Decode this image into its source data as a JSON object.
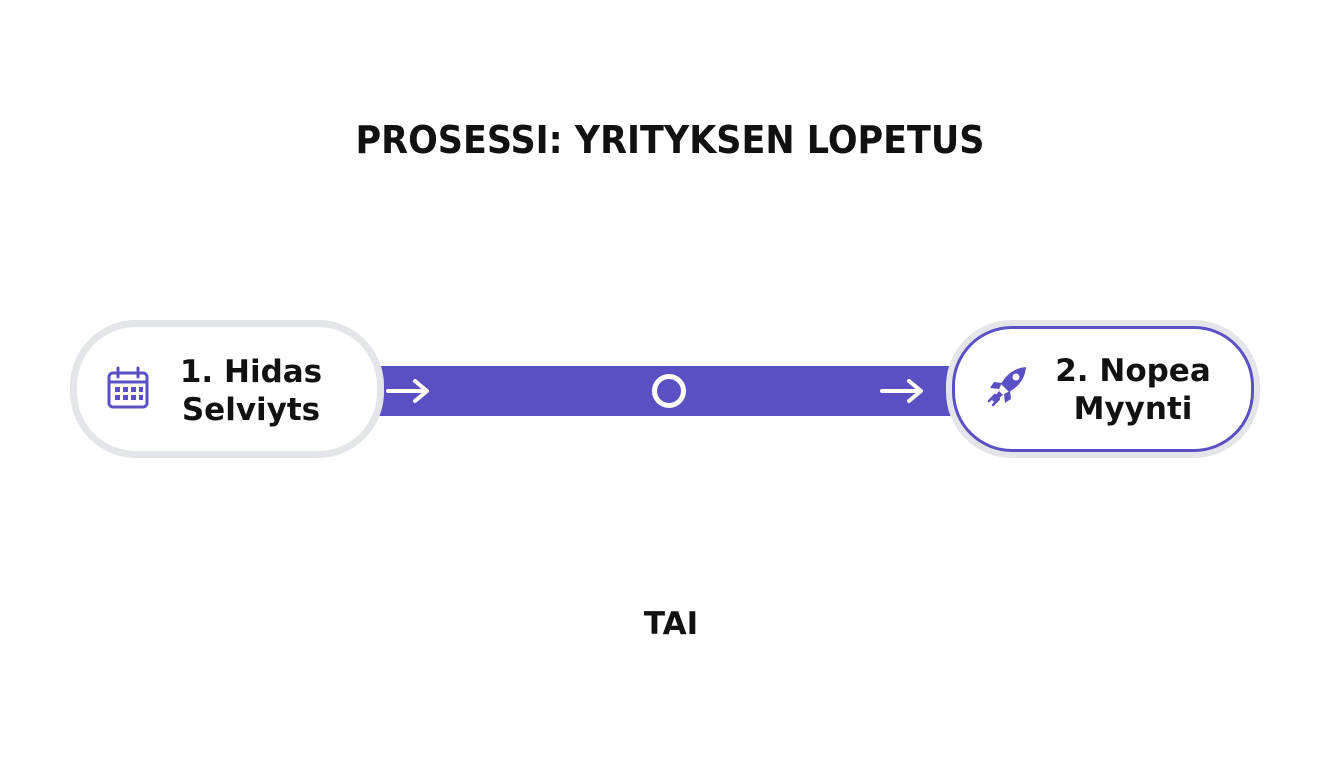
{
  "diagram": {
    "title": "PROSESSI: YRITYKSEN LOPETUS",
    "steps": [
      {
        "label_line1": "1. Hidas",
        "label_line2": "Selviyts",
        "icon": "calendar-icon"
      },
      {
        "label_line1": "2. Nopea",
        "label_line2": "Myynti",
        "icon": "rocket-icon"
      }
    ],
    "connector": {
      "arrows": [
        "arrow-right",
        "arrow-right"
      ],
      "node": "circle"
    },
    "separator": "TAI",
    "colors": {
      "accent": "#5b4fc4",
      "pill_border": "#e4e5e9",
      "text": "#111111",
      "background": "#ffffff"
    }
  }
}
